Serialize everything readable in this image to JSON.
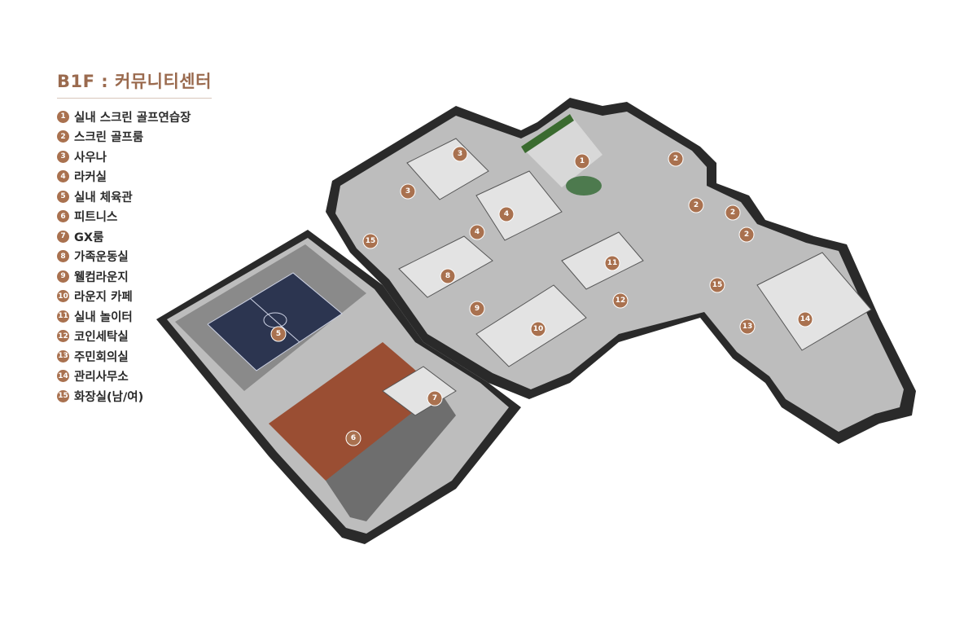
{
  "title": "B1F : 커뮤니티센터",
  "legend": [
    {
      "num": "1",
      "label": "실내 스크린 골프연습장"
    },
    {
      "num": "2",
      "label": "스크린 골프룸"
    },
    {
      "num": "3",
      "label": "사우나"
    },
    {
      "num": "4",
      "label": "라커실"
    },
    {
      "num": "5",
      "label": "실내 체육관"
    },
    {
      "num": "6",
      "label": "피트니스"
    },
    {
      "num": "7",
      "label": "GX룸"
    },
    {
      "num": "8",
      "label": "가족운동실"
    },
    {
      "num": "9",
      "label": "웰컴라운지"
    },
    {
      "num": "10",
      "label": "라운지 카페"
    },
    {
      "num": "11",
      "label": "실내 놀이터"
    },
    {
      "num": "12",
      "label": "코인세탁실"
    },
    {
      "num": "13",
      "label": "주민회의실"
    },
    {
      "num": "14",
      "label": "관리사무소"
    },
    {
      "num": "15",
      "label": "화장실(남/여)"
    }
  ],
  "markers": [
    "1",
    "2",
    "2",
    "2",
    "2",
    "3",
    "3",
    "4",
    "4",
    "5",
    "6",
    "7",
    "8",
    "9",
    "10",
    "11",
    "12",
    "13",
    "14",
    "15",
    "15"
  ],
  "colors": {
    "accent": "#a9714f",
    "title": "#9a6a4e"
  }
}
